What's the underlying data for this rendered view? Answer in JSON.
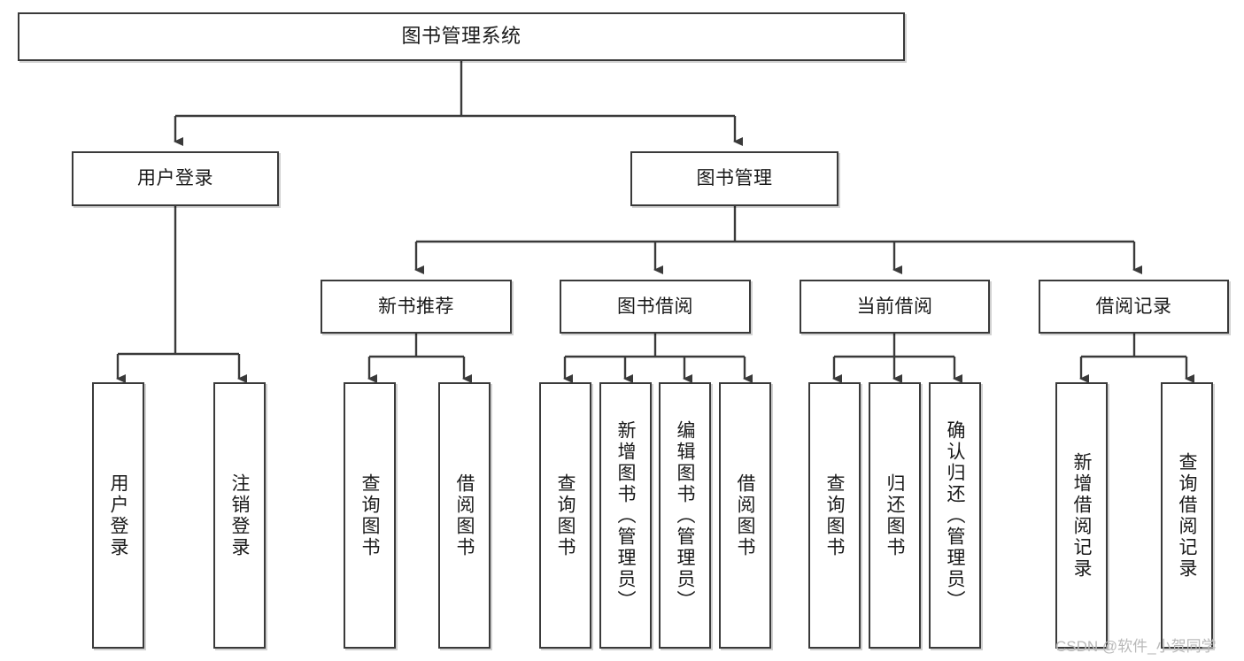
{
  "diagram": {
    "title": "图书管理系统",
    "type": "hierarchy-tree",
    "orientation": "top-down",
    "levels": 4
  },
  "root": {
    "label": "图书管理系统"
  },
  "level2": [
    {
      "label": "用户登录"
    },
    {
      "label": "图书管理"
    }
  ],
  "level3": [
    {
      "label": "新书推荐"
    },
    {
      "label": "图书借阅"
    },
    {
      "label": "当前借阅"
    },
    {
      "label": "借阅记录"
    }
  ],
  "leaves": {
    "user_login": [
      {
        "label": "用户登录"
      },
      {
        "label": "注销登录"
      }
    ],
    "new_book_recommend": [
      {
        "label": "查询图书"
      },
      {
        "label": "借阅图书"
      }
    ],
    "book_borrow": [
      {
        "label": "查询图书"
      },
      {
        "label": "新增图书（管理员）"
      },
      {
        "label": "编辑图书（管理员）"
      },
      {
        "label": "借阅图书"
      }
    ],
    "current_borrow": [
      {
        "label": "查询图书"
      },
      {
        "label": "归还图书"
      },
      {
        "label": "确认归还（管理员）"
      }
    ],
    "borrow_record": [
      {
        "label": "新增借阅记录"
      },
      {
        "label": "查询借阅记录"
      }
    ]
  },
  "watermark": {
    "text": "CSDN @软件_小贺同学"
  },
  "colors": {
    "stroke": "#3a3a3a",
    "box_fill": "#ffffff",
    "text": "#1a1a1a",
    "watermark": "#b9b9b9",
    "page_background": "#ffffff"
  }
}
